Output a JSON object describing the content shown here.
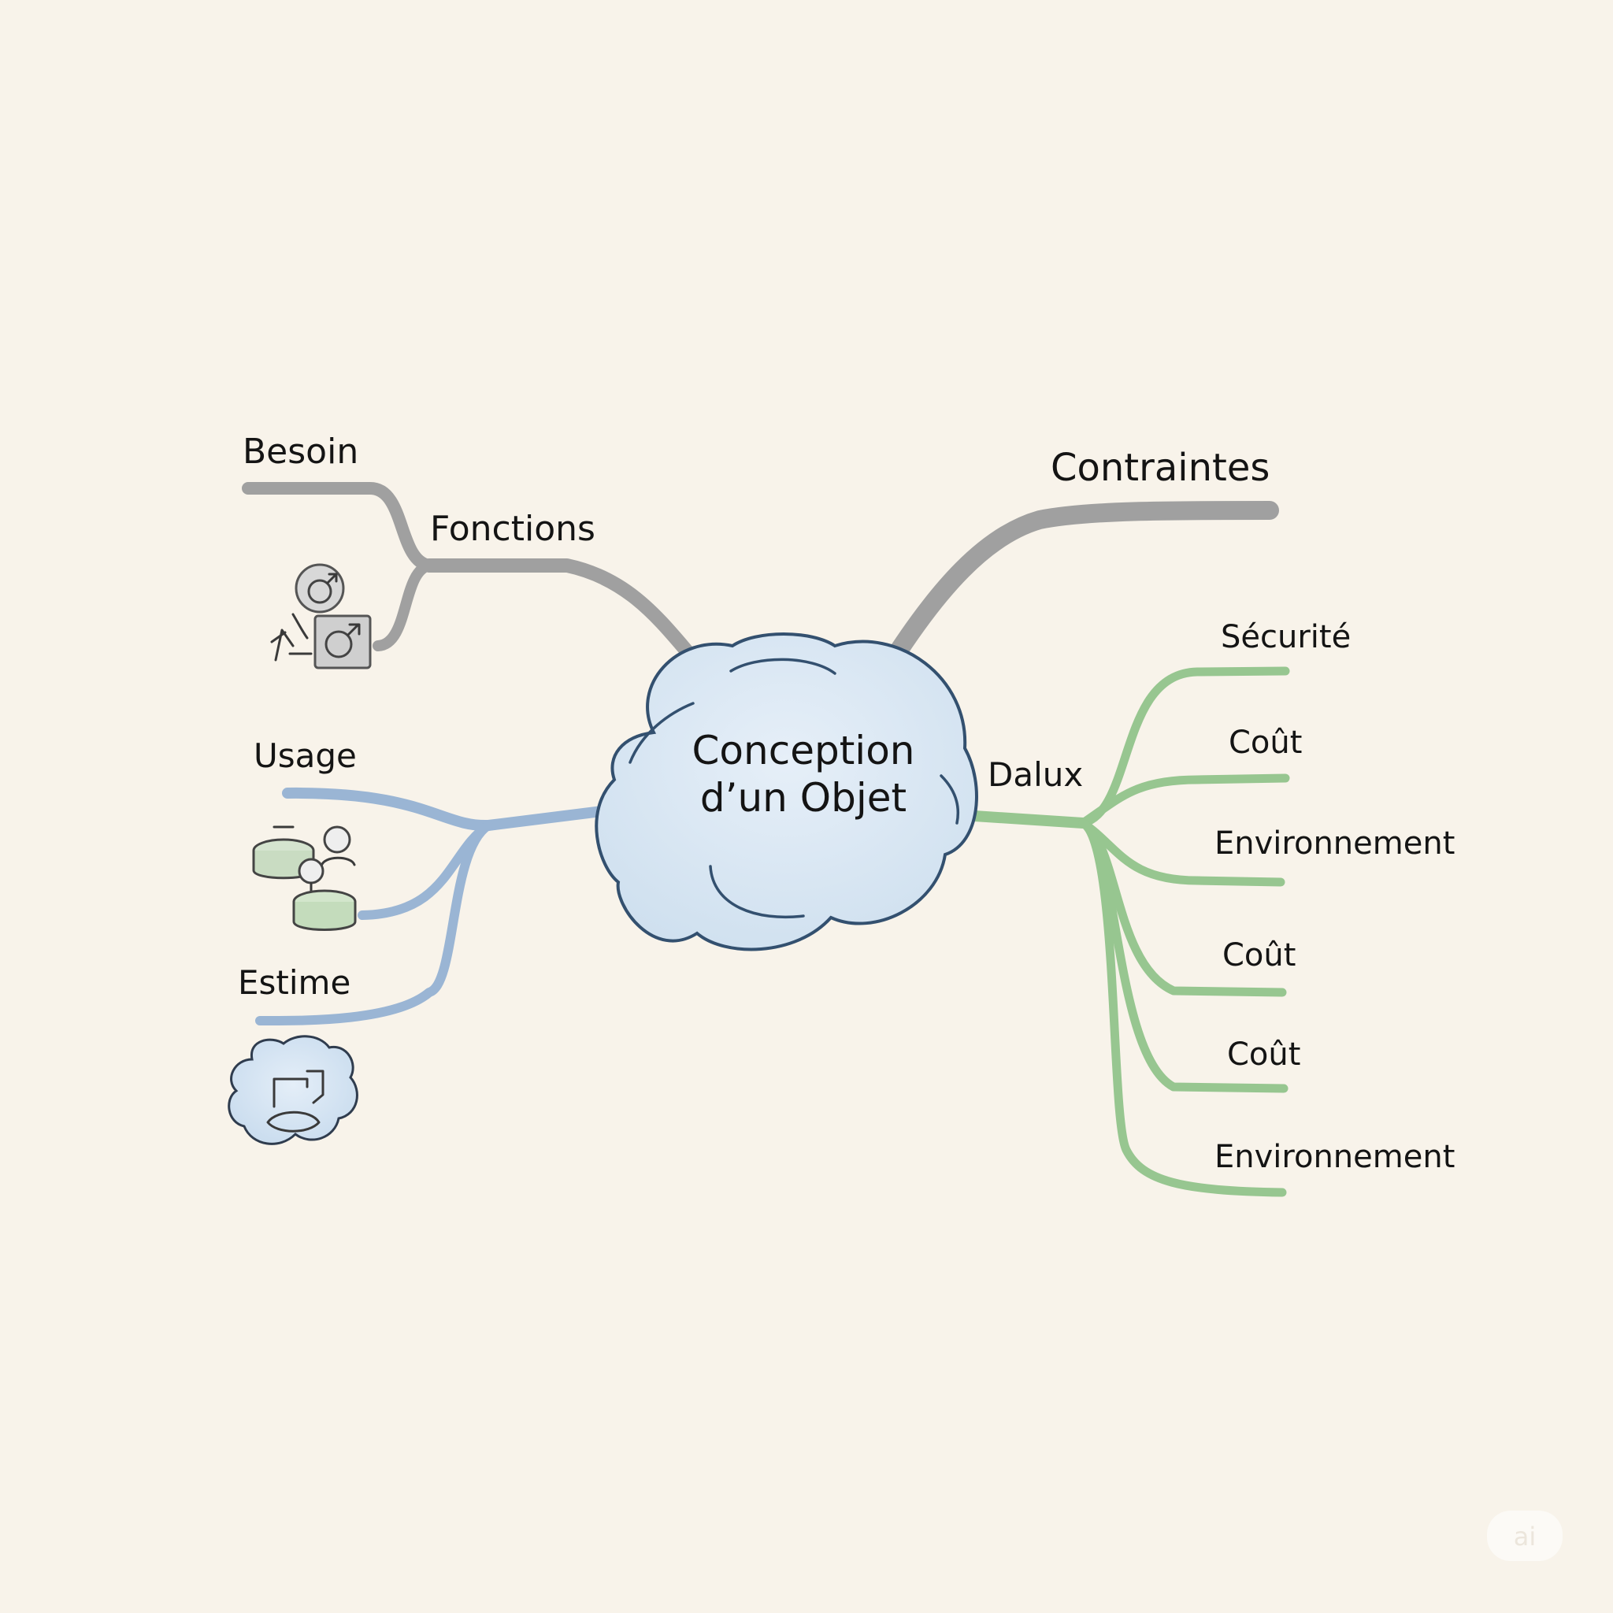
{
  "center": {
    "line1": "Conception",
    "line2": "d’un Objet"
  },
  "branches": {
    "gray_left": {
      "besoin": "Besoin",
      "fonctions": "Fonctions"
    },
    "gray_right": {
      "contraintes": "Contraintes"
    },
    "blue": {
      "usage": "Usage",
      "estime": "Estime"
    },
    "green": {
      "hub": "Dalux",
      "leaves": [
        "Sécurité",
        "Coût",
        "Environnement",
        "Coût",
        "Coût",
        "Environnement"
      ]
    }
  },
  "icons": [
    "gender-symbols-icon",
    "people-tokens-icon",
    "cloud-face-icon"
  ],
  "colors": {
    "background": "#f8f3ea",
    "gray_branch": "#a0a0a0",
    "blue_branch": "#9ab5d4",
    "green_branch": "#97c690",
    "cloud_fill": "#dce8f4",
    "cloud_stroke": "#33506f"
  },
  "watermark": "ai"
}
